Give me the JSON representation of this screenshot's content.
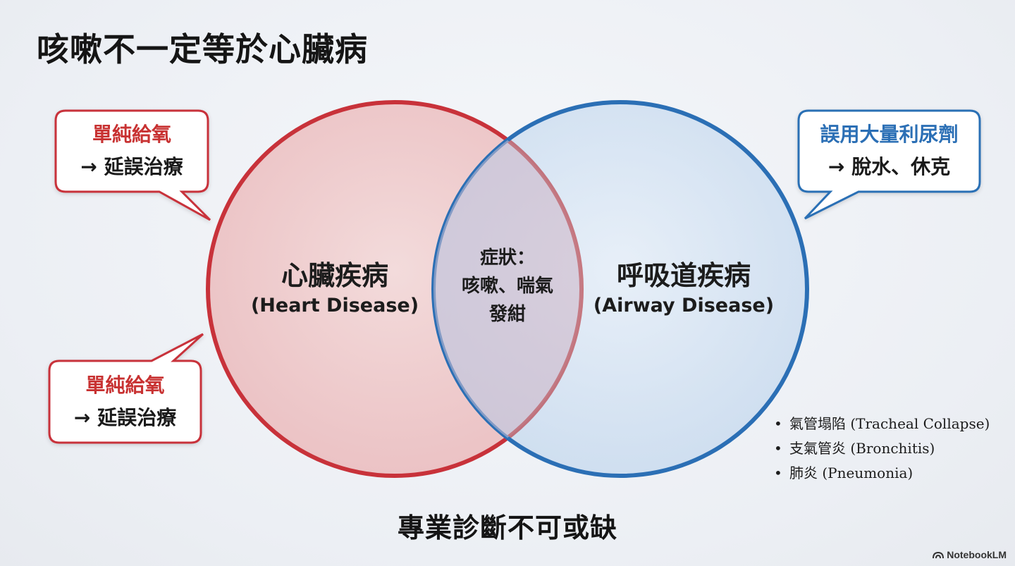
{
  "title": "咳嗽不一定等於心臟病",
  "left_circle": {
    "title": "心臟疾病",
    "subtitle": "(Heart Disease)",
    "color": "#c8323a"
  },
  "right_circle": {
    "title": "呼吸道疾病",
    "subtitle": "(Airway Disease)",
    "color": "#2b6fb5"
  },
  "overlap": {
    "line1": "症狀：",
    "line2": "咳嗽、喘氣",
    "line3": "發紺"
  },
  "callouts": {
    "top_left": {
      "line1": "單純給氧",
      "line2": "→ 延誤治療"
    },
    "bottom_left": {
      "line1": "單純給氧",
      "line2": "→ 延誤治療"
    },
    "top_right": {
      "line1": "誤用大量利尿劑",
      "line2": "→ 脫水、休克"
    }
  },
  "airway_examples": [
    "氣管塌陷 (Tracheal Collapse)",
    "支氣管炎 (Bronchitis)",
    "肺炎 (Pneumonia)"
  ],
  "bottom_text": "專業診斷不可或缺",
  "brand": "NotebookLM"
}
